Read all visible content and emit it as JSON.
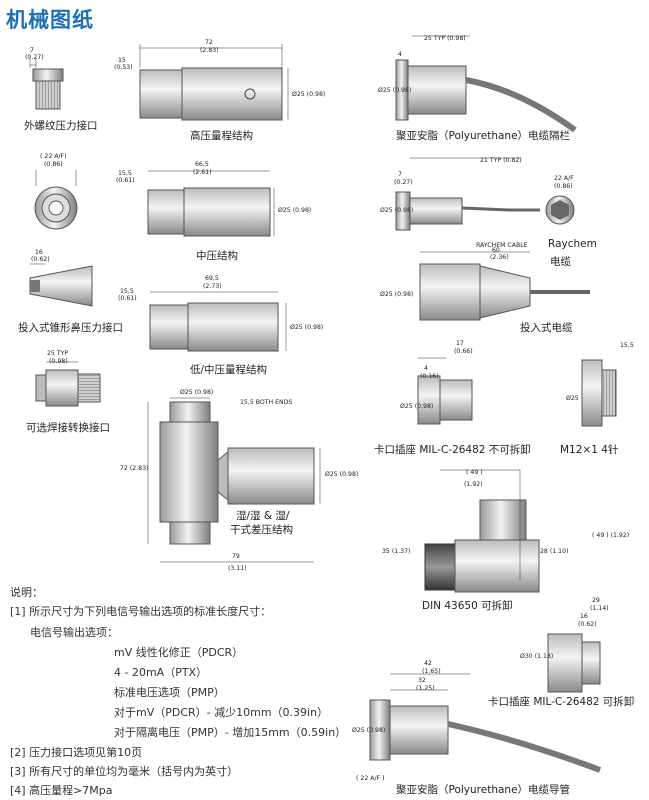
{
  "page": {
    "title": "机械图纸"
  },
  "captions": {
    "external_thread": "外螺纹压力接口",
    "high_range": "高压量程结构",
    "mid_range": "中压结构",
    "cone_nose": "投入式锥形鼻压力接口",
    "low_mid_range": "低/中压量程结构",
    "weld_adapter": "可选焊接转换接口",
    "wet_wet_1": "湿/湿 & 湿/",
    "wet_wet_2": "干式差压结构",
    "pu_gland": "聚亚安脂（Polyurethane）电缆隔栏",
    "raychem_1": "Raychem",
    "raychem_2": "电缆",
    "submersible": "投入式电缆",
    "bayonet_fixed": "卡口插座 MIL-C-26482 不可拆卸",
    "m12": "M12×1  4针",
    "din": "DIN 43650 可拆卸",
    "bayonet_removable": "卡口插座 MIL-C-26482 可拆卸",
    "pu_conduit": "聚亚安脂（Polyurethane）电缆导管"
  },
  "dims": {
    "d7": "7",
    "d7i": "(0.27)",
    "d72": "72",
    "d72i": "(2.83)",
    "d15": "15",
    "d15i": "(0.53)",
    "d25": "Ø25 (0.98)",
    "d22": "( 22 A/F)",
    "d22i": "(0.86)",
    "d665": "66,5",
    "d665i": "(2.61)",
    "d155": "15,5",
    "d155i": "(0.61)",
    "d16": "16",
    "d16i": "(0.62)",
    "d695": "69,5",
    "d695i": "(2.73)",
    "d25typ": "25 TYP",
    "d25typi": "(0.98)",
    "both": "15,5  BOTH ENDS",
    "d72b": "72 (2.83)",
    "d79": "79",
    "d79i": "(3.11)",
    "d4": "4",
    "d25t": "25 TYP (0.98)",
    "d21": "21 TYP (0.82)",
    "d22af": "22 A/F",
    "d22afi": "(0.86)",
    "raychem_cable": "RAYCHEM CABLE",
    "d60": "60",
    "d60i": "(2.36)",
    "d17": "17",
    "d17i": "(0.66)",
    "d4b": "4",
    "d4bi": "(0.16)",
    "d25only": "Ø25",
    "d155b": "15,5",
    "d49": "( 49 )",
    "d192": "(1.92)",
    "d49v": "( 49 ) (1.92)",
    "d35": "35 (1.37)",
    "d28": "28 (1.10)",
    "d29": "29",
    "d29i": "(1.14)",
    "d16b": "16",
    "d16bi": "(0.62)",
    "d30": "Ø30 (1.18)",
    "d42": "42",
    "d42i": "(1.65)",
    "d32": "32",
    "d32i": "(1.25)",
    "d22af2": "( 22 A/F )"
  },
  "notes": {
    "heading": "说明：",
    "n1": "[1]  所示尺寸为下列电信号输出选项的标准长度尺寸：",
    "n1a": "电信号输出选项：",
    "n1b": "mV 线性化修正（PDCR）",
    "n1c": "4 - 20mA（PTX）",
    "n1d": "标准电压选项（PMP）",
    "n1e": "对于mV（PDCR）- 减少10mm（0.39in）",
    "n1f": "对于隔离电压（PMP）- 增加15mm（0.59in）",
    "n2": "[2]  压力接口选项见第10页",
    "n3": "[3]  所有尺寸的单位均为毫米（括号内为英寸）",
    "n4": "[4]  高压量程>7Mpa"
  }
}
